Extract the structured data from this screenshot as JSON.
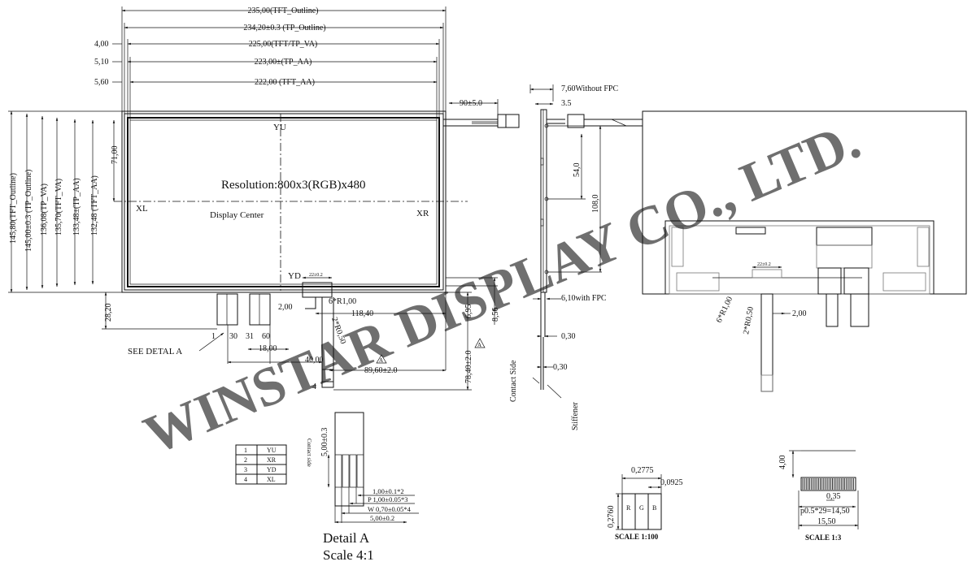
{
  "watermark": "WINSTAR DISPLAY CO., LTD.",
  "top_dims": {
    "tft_outline": "235,00(TFT_Outline)",
    "tp_outline": "234,20±0.3 (TP_Outline)",
    "tft_tp_va": "225,00(TFT/TP_VA)",
    "tp_aa": "223,00±(TP_AA)",
    "tft_aa": "222,00 (TFT_AA)",
    "off_4": "4,00",
    "off_5_10": "5,10",
    "off_5_60": "5,60"
  },
  "left_dims": {
    "tft_outline": "145,80(TFT_Outline)",
    "tp_outline": "145,00±0.3 (TP_Outline)",
    "tp_va": "136,08(TP_VA)",
    "tft_va": "135,70(TFT_VA)",
    "tp_aa": "133,48±(TP_AA)",
    "tft_aa": "132,48 (TFT_AA)"
  },
  "front": {
    "yu": "YU",
    "yd": "YD",
    "xl": "XL",
    "xr": "XR",
    "resolution": "Resolution:800x3(RGB)x480",
    "display_center": "Display Center",
    "center_v": "71,00",
    "fpc_90": "90±5.0",
    "pitch_top": "22±0.2",
    "r1": "6*R1,00",
    "r050": "2*R0,50",
    "d200": "2,00",
    "d11840": "118,40",
    "d695": "6,95",
    "d856": "8,56",
    "d2820": "28,20",
    "d1800": "18,00",
    "d4000": "40,00",
    "d8960": "89,60±2.0",
    "d7840": "78,40±2.0",
    "pin1": "1",
    "pin30": "30",
    "pin31": "31",
    "pin60": "60",
    "pin4": "4",
    "see_detail": "SEE DETAL A",
    "rev": "A"
  },
  "side": {
    "without_fpc": "7,60Without FPC",
    "d35": "3.5",
    "d540": "54,0",
    "d1080": "108,0",
    "with_fpc": "6,10with FPC",
    "d030a": "0,30",
    "d030b": "0,30",
    "contact_side": "Contact Side",
    "stiffener": "Stiffener"
  },
  "back": {
    "pitch": "22±0.2",
    "r1": "6*R1,00",
    "r050": "2*R0,50",
    "d200": "2,00"
  },
  "pin_table": {
    "rows": [
      {
        "no": "1",
        "name": "YU"
      },
      {
        "no": "2",
        "name": "XR"
      },
      {
        "no": "3",
        "name": "YD"
      },
      {
        "no": "4",
        "name": "XL"
      }
    ]
  },
  "detail_a": {
    "title": "Detail A",
    "scale": "Scale 4:1",
    "contact": "Contact side",
    "d500v": "5,00±0.3",
    "d100": "1,00±0.1*2",
    "pitch": "P 1,00±0.05*3",
    "width": "W 0,70±0.05*4",
    "d500": "5,00±0.2"
  },
  "pixel": {
    "d2775": "0,2775",
    "d0925": "0,0925",
    "d2760": "0,2760",
    "r": "R",
    "g": "G",
    "b": "B",
    "scale": "SCALE 1:100"
  },
  "fpc_detail": {
    "d400": "4,00",
    "d035": "0,35",
    "pitch": "p0.5*29=14,50",
    "d1550": "15,50",
    "scale": "SCALE 1:3"
  }
}
